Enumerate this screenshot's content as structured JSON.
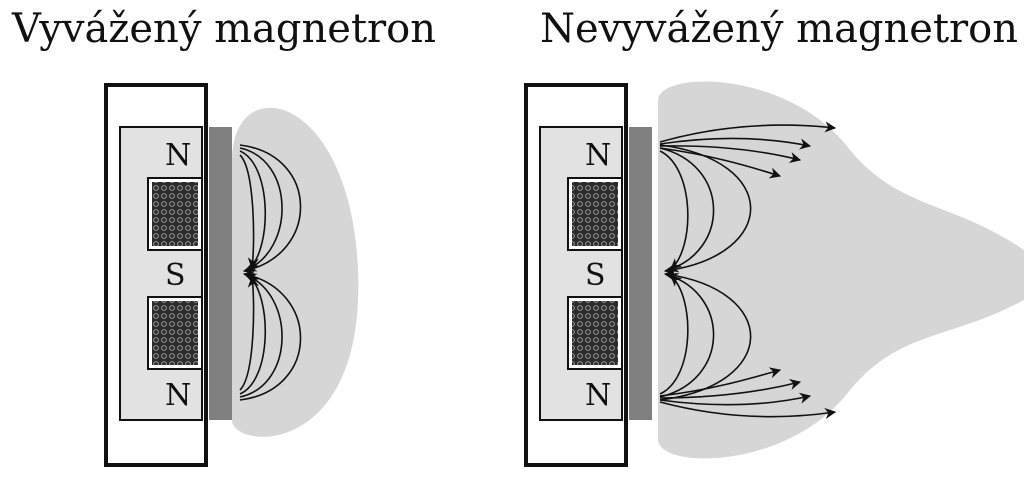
{
  "left": {
    "title": "Vyvážený magnetron",
    "labels": [
      "N",
      "S",
      "N"
    ]
  },
  "right": {
    "title": "Nevyvážený magnetron",
    "labels": [
      "N",
      "S",
      "N"
    ]
  },
  "colors": {
    "plasma": "#d6d6d6",
    "target": "#808080",
    "coil": "#3a3a3a",
    "magnet": "#e2e2e2"
  }
}
